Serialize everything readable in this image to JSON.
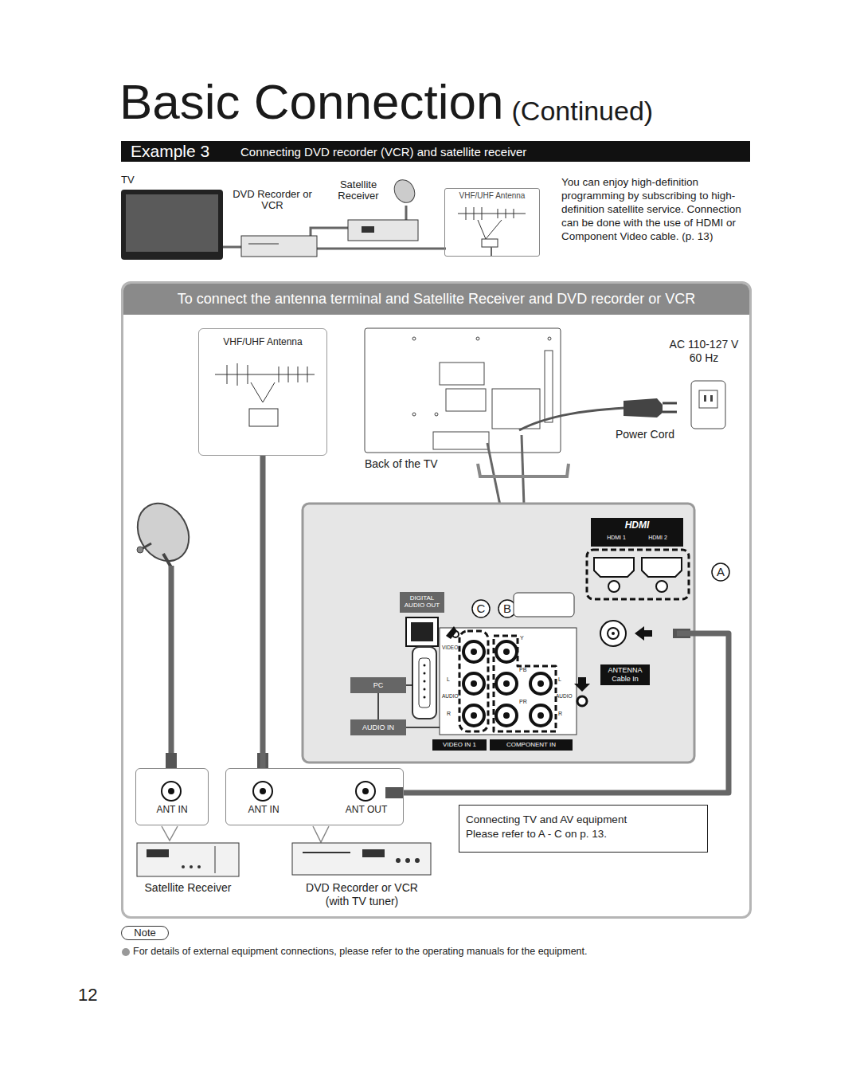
{
  "diagram": {
    "title": "Basic Connection",
    "nodes": [
      {
        "text": [
          "Example 3",
          "Connecting DVD recorder (VCR) and satellite receiver"
        ]
      },
      {
        "text": [
          "VHF/UHF Antenna"
        ]
      },
      {
        "text": [
          "To connect the antenna terminal and Satellite Receiver and DVD recorder or VCR"
        ]
      },
      {
        "text": [
          "VHF/UHF Antenna"
        ],
        "in": 2
      },
      {
        "text": [
          "HDMI",
          "HDMI 1",
          "HDMI 2"
        ],
        "in": 2
      },
      {
        "text": [
          "DIGITAL AUDIO OUT"
        ],
        "in": 2
      },
      {
        "text": [
          "PC"
        ],
        "in": 2
      },
      {
        "text": [
          "AUDIO IN"
        ],
        "in": 2
      },
      {
        "text": [
          "VIDEO IN 1"
        ],
        "in": 2
      },
      {
        "text": [
          "COMPONENT IN"
        ],
        "in": 2
      },
      {
        "text": [
          "ANTENNA Cable In"
        ],
        "in": 2
      },
      {
        "text": [
          "ANT IN"
        ],
        "in": 2
      },
      {
        "text": [
          "ANT IN",
          "ANT OUT"
        ],
        "in": 2
      },
      {
        "text": [
          "Connecting TV and AV equipment",
          "Please refer to A - C on p. 13."
        ],
        "in": 2
      },
      {
        "text": [
          "Note"
        ]
      }
    ],
    "edges": [
      {
        "from": 3,
        "to": 12,
        "arrow": "none"
      },
      {
        "from": 12,
        "to": 10,
        "arrow": "none"
      },
      {
        "from": 6,
        "to": 7,
        "arrow": "none"
      }
    ],
    "labels": [
      "(Continued)",
      "TV",
      "DVD Recorder or VCR",
      "Satellite Receiver",
      "You can enjoy high-definition programming by subscribing to high-definition satellite service. Connection can be done with the use of HDMI or Component Video cable. (p. 13)",
      "AC 110-127 V 60 Hz",
      "Power Cord",
      "Back of the TV",
      "A",
      "C",
      "B",
      "VIDEO",
      "L",
      "AUDIO",
      "R",
      "Y",
      "PB",
      "PR",
      "L",
      "AUDIO",
      "R",
      "Satellite Receiver",
      "DVD Recorder or VCR (with TV tuner)",
      "For details of external equipment connections, please refer to the operating manuals for the equipment.",
      "12"
    ]
  }
}
